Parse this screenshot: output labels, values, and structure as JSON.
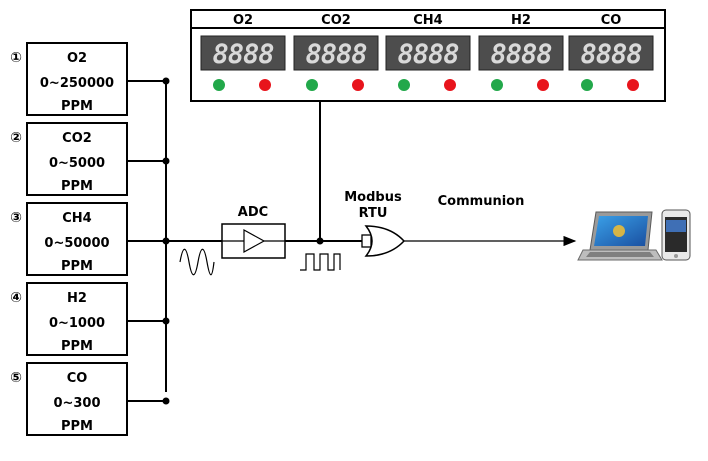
{
  "sensors": [
    {
      "index": "①",
      "gas": "O2",
      "range": "0~250000",
      "unit": "PPM"
    },
    {
      "index": "②",
      "gas": "CO2",
      "range": "0~5000",
      "unit": "PPM"
    },
    {
      "index": "③",
      "gas": "CH4",
      "range": "0~50000",
      "unit": "PPM"
    },
    {
      "index": "④",
      "gas": "H2",
      "range": "0~1000",
      "unit": "PPM"
    },
    {
      "index": "⑤",
      "gas": "CO",
      "range": "0~300",
      "unit": "PPM"
    }
  ],
  "display_panel": {
    "headers": [
      "O2",
      "CO2",
      "CH4",
      "H2",
      "CO"
    ],
    "digits": "8888",
    "led_colors": {
      "green": "#22a84a",
      "red": "#e8141c"
    }
  },
  "signal_chain": {
    "adc_label": "ADC",
    "modbus_label_line1": "Modbus",
    "modbus_label_line2": "RTU",
    "comm_label": "Communion"
  },
  "devices": [
    "laptop-icon",
    "smartphone-icon"
  ],
  "colors": {
    "line": "#000000",
    "display_bg": "#4d4d4d",
    "segment": "#d9d9d9"
  }
}
